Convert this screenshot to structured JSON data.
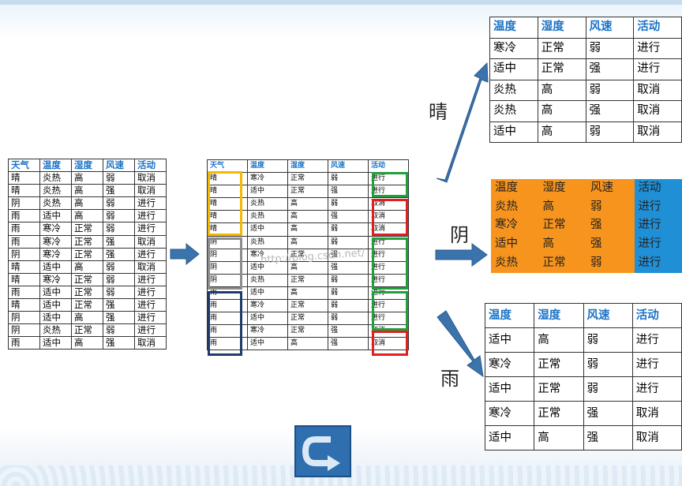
{
  "main_table": {
    "headers": [
      "天气",
      "温度",
      "湿度",
      "风速",
      "活动"
    ],
    "rows": [
      [
        "晴",
        "炎热",
        "高",
        "弱",
        "取消"
      ],
      [
        "晴",
        "炎热",
        "高",
        "强",
        "取消"
      ],
      [
        "阴",
        "炎热",
        "高",
        "弱",
        "进行"
      ],
      [
        "雨",
        "适中",
        "高",
        "弱",
        "进行"
      ],
      [
        "雨",
        "寒冷",
        "正常",
        "弱",
        "进行"
      ],
      [
        "雨",
        "寒冷",
        "正常",
        "强",
        "取消"
      ],
      [
        "阴",
        "寒冷",
        "正常",
        "强",
        "进行"
      ],
      [
        "晴",
        "适中",
        "高",
        "弱",
        "取消"
      ],
      [
        "晴",
        "寒冷",
        "正常",
        "弱",
        "进行"
      ],
      [
        "雨",
        "适中",
        "正常",
        "弱",
        "进行"
      ],
      [
        "晴",
        "适中",
        "正常",
        "强",
        "进行"
      ],
      [
        "阴",
        "适中",
        "高",
        "强",
        "进行"
      ],
      [
        "阴",
        "炎热",
        "正常",
        "弱",
        "进行"
      ],
      [
        "雨",
        "适中",
        "高",
        "强",
        "取消"
      ]
    ]
  },
  "sorted_table": {
    "headers": [
      "天气",
      "温度",
      "湿度",
      "风速",
      "活动"
    ],
    "rows": [
      [
        "晴",
        "寒冷",
        "正常",
        "弱",
        "进行"
      ],
      [
        "晴",
        "适中",
        "正常",
        "强",
        "进行"
      ],
      [
        "晴",
        "炎热",
        "高",
        "弱",
        "取消"
      ],
      [
        "晴",
        "炎热",
        "高",
        "强",
        "取消"
      ],
      [
        "晴",
        "适中",
        "高",
        "弱",
        "取消"
      ],
      [
        "阴",
        "炎热",
        "高",
        "弱",
        "进行"
      ],
      [
        "阴",
        "寒冷",
        "正常",
        "强",
        "进行"
      ],
      [
        "阴",
        "适中",
        "高",
        "强",
        "进行"
      ],
      [
        "阴",
        "炎热",
        "正常",
        "弱",
        "进行"
      ],
      [
        "雨",
        "适中",
        "高",
        "弱",
        "进行"
      ],
      [
        "雨",
        "寒冷",
        "正常",
        "弱",
        "进行"
      ],
      [
        "雨",
        "适中",
        "正常",
        "弱",
        "进行"
      ],
      [
        "雨",
        "寒冷",
        "正常",
        "强",
        "取消"
      ],
      [
        "雨",
        "适中",
        "高",
        "强",
        "取消"
      ]
    ]
  },
  "sunny": {
    "label": "晴",
    "headers": [
      "温度",
      "湿度",
      "风速",
      "活动"
    ],
    "rows": [
      [
        "寒冷",
        "正常",
        "弱",
        "进行"
      ],
      [
        "适中",
        "正常",
        "强",
        "进行"
      ],
      [
        "炎热",
        "高",
        "弱",
        "取消"
      ],
      [
        "炎热",
        "高",
        "强",
        "取消"
      ],
      [
        "适中",
        "高",
        "弱",
        "取消"
      ]
    ]
  },
  "overcast": {
    "label": "阴",
    "headers": [
      "温度",
      "湿度",
      "风速",
      "活动"
    ],
    "rows": [
      [
        "炎热",
        "高",
        "弱",
        "进行"
      ],
      [
        "寒冷",
        "正常",
        "强",
        "进行"
      ],
      [
        "适中",
        "高",
        "强",
        "进行"
      ],
      [
        "炎热",
        "正常",
        "弱",
        "进行"
      ]
    ]
  },
  "rain": {
    "label": "雨",
    "headers": [
      "温度",
      "湿度",
      "风速",
      "活动"
    ],
    "rows": [
      [
        "适中",
        "高",
        "弱",
        "进行"
      ],
      [
        "寒冷",
        "正常",
        "弱",
        "进行"
      ],
      [
        "适中",
        "正常",
        "弱",
        "进行"
      ],
      [
        "寒冷",
        "正常",
        "强",
        "取消"
      ],
      [
        "适中",
        "高",
        "强",
        "取消"
      ]
    ]
  },
  "watermark": "http://blog.csdn.net/",
  "colors": {
    "header_text": "#1a73c8",
    "yellow": "#f5b800",
    "gray": "#8c8c8c",
    "navy": "#1f3a6b",
    "green": "#1fa03c",
    "red": "#e02020",
    "orange": "#f7941d",
    "blue": "#1f8fd6",
    "arrow": "#3b73ad"
  },
  "icons": {
    "back_button": "u-turn-arrow-icon"
  }
}
